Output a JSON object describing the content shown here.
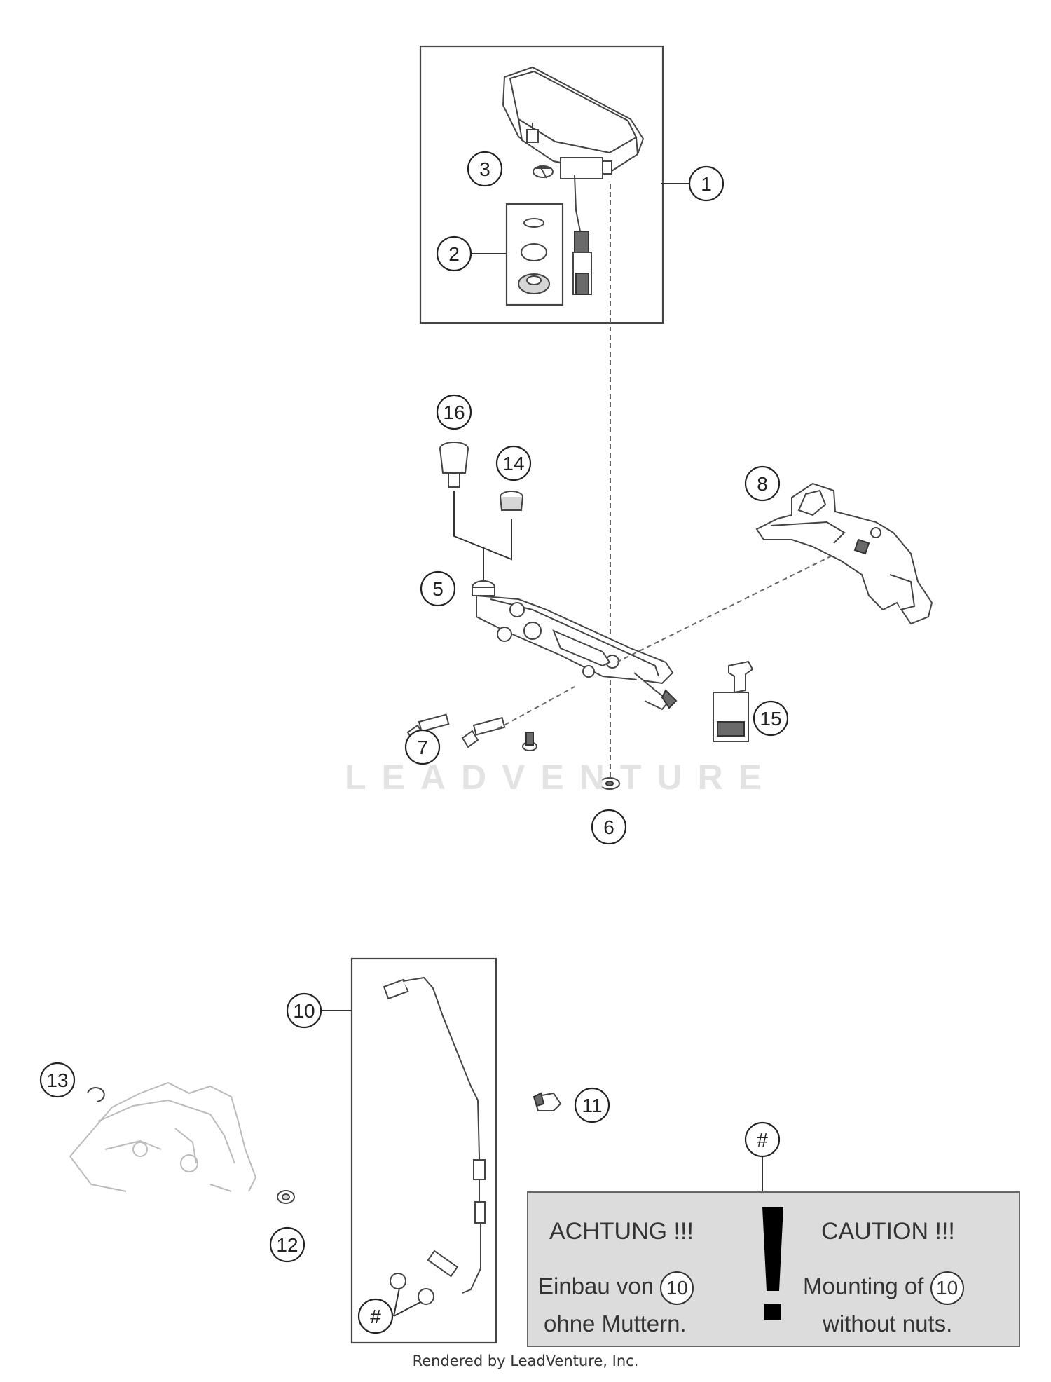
{
  "callouts": {
    "c1": "1",
    "c2": "2",
    "c3": "3",
    "c5": "5",
    "c6": "6",
    "c7": "7",
    "c8": "8",
    "c10": "10",
    "c11": "11",
    "c12": "12",
    "c13": "13",
    "c14": "14",
    "c15": "15",
    "c16": "16",
    "hash_top": "#",
    "hash_bottom": "#"
  },
  "watermark": "LEADVENTURE",
  "caution": {
    "de_heading": "ACHTUNG !!!",
    "de_line1_pre": "Einbau von",
    "de_ref": "10",
    "de_line2": "ohne Muttern.",
    "en_heading": "CAUTION !!!",
    "en_line1_pre": "Mounting of",
    "en_ref": "10",
    "en_line2": "without nuts."
  },
  "footer": "Rendered by LeadVenture, Inc.",
  "colors": {
    "panel": "#dcdcdc",
    "line": "#333333",
    "watermark": "#e3e3e3"
  }
}
